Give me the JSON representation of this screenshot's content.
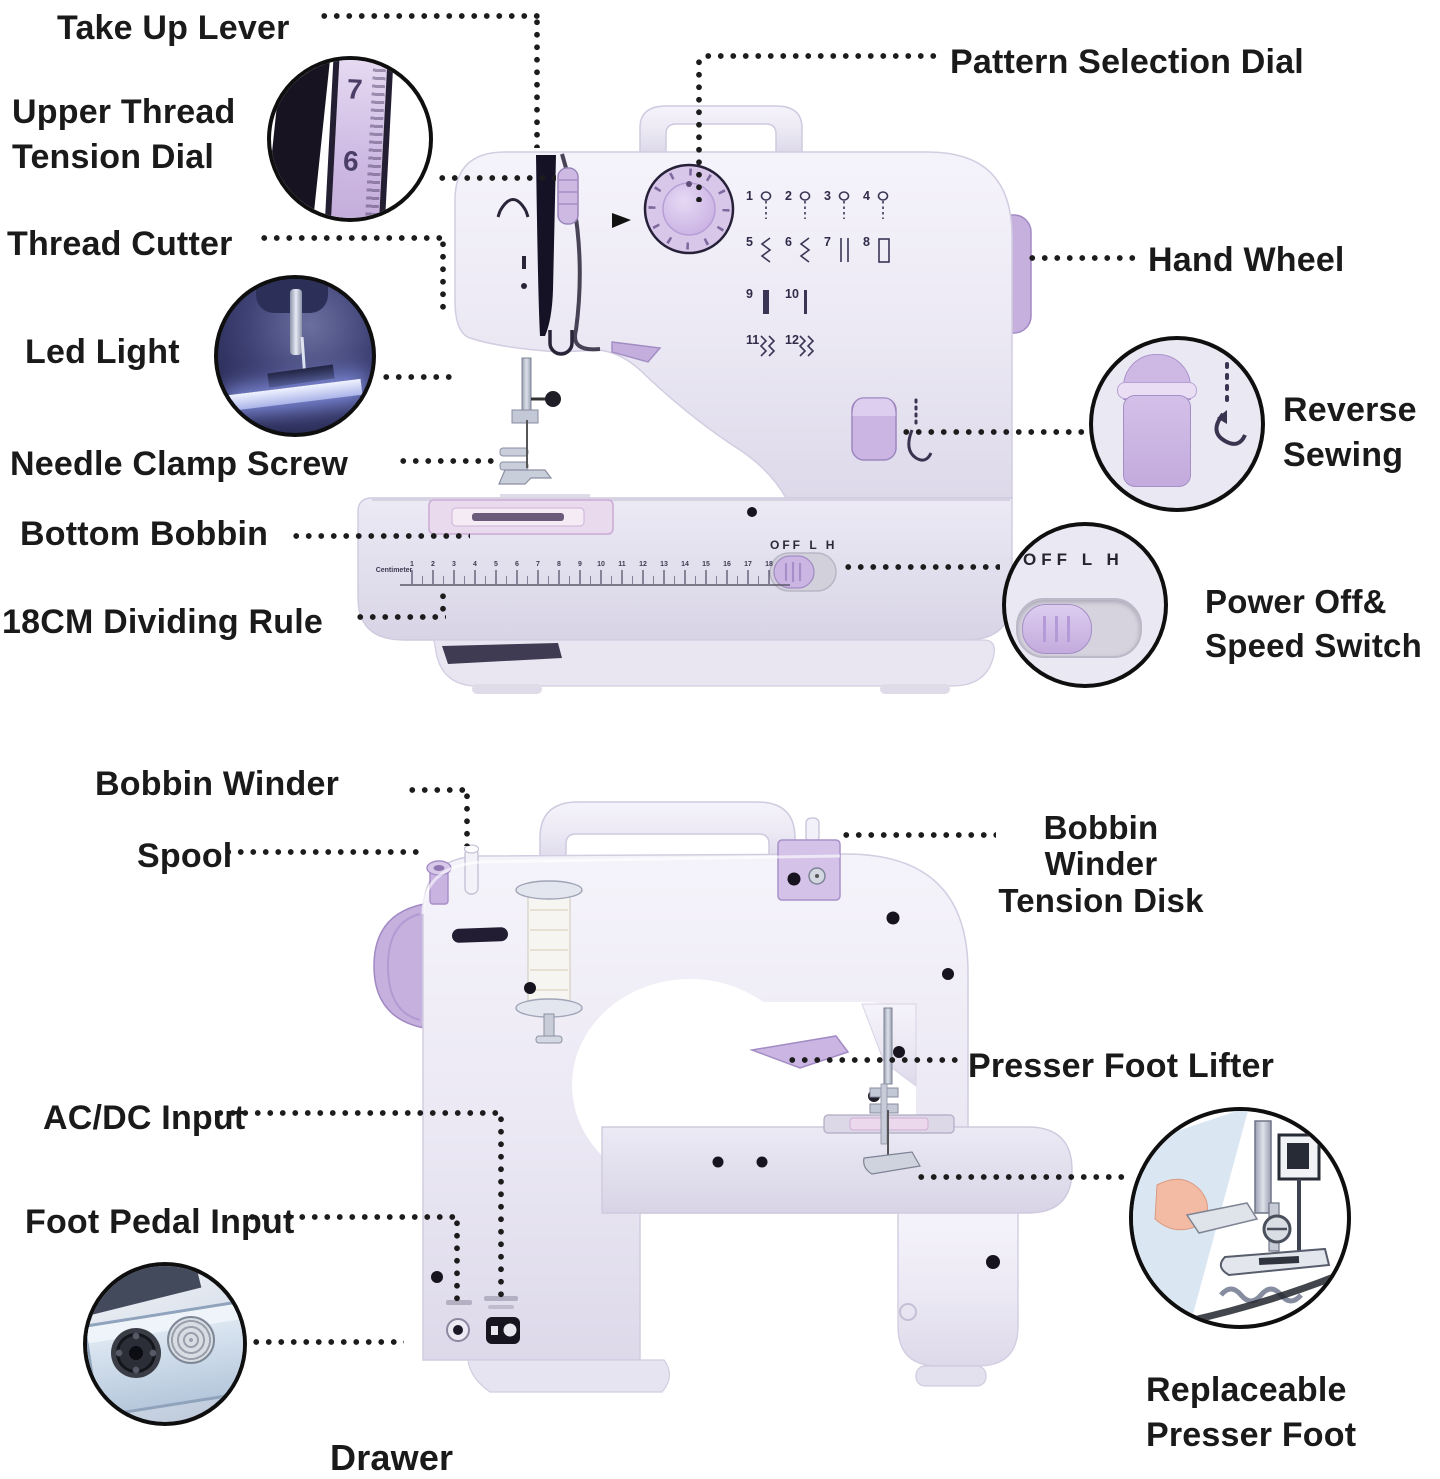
{
  "colors": {
    "background": "#ffffff",
    "label_text": "#1a1a1a",
    "leader_dot": "#1c1c1c",
    "machine_body": "#efedf6",
    "machine_edge": "#cfcadf",
    "accent_lavender": "#c9b4e1",
    "accent_lavender_deep": "#a48ec6",
    "dial_lavender": "#d9c7ea",
    "dark_detail": "#17141f",
    "led_blue": "#3f4275",
    "drawer_blue": "#c3d2e2",
    "foot_inset_blue": "#d6e4f2",
    "finger_pink": "#f3bba4"
  },
  "front_section": {
    "labels": {
      "take_up_lever": "Take Up Lever",
      "upper_thread_tension_dial": "Upper Thread\nTension Dial",
      "thread_cutter": "Thread Cutter",
      "led_light": "Led Light",
      "needle_clamp_screw": "Needle Clamp Screw",
      "bottom_bobbin": "Bottom Bobbin",
      "dividing_rule": "18CM Dividing Rule",
      "pattern_selection_dial": "Pattern Selection Dial",
      "hand_wheel": "Hand Wheel",
      "reverse_sewing": "Reverse\nSewing",
      "power_speed_switch": "Power Off&\nSpeed Switch"
    },
    "machine": {
      "switch_text": "OFF L H",
      "ruler_label": "Centimeter",
      "stitch_numbers": [
        "1",
        "2",
        "3",
        "4",
        "5",
        "6",
        "7",
        "8",
        "9",
        "10",
        "11",
        "12"
      ],
      "ruler_ticks": [
        "1",
        "2",
        "3",
        "4",
        "5",
        "6",
        "7",
        "8",
        "9",
        "10",
        "11",
        "12",
        "13",
        "14",
        "15",
        "16",
        "17",
        "18"
      ]
    },
    "insets": {
      "tension_dial_numbers": [
        "7",
        "6"
      ],
      "power_switch_text": "OFF L H"
    }
  },
  "back_section": {
    "labels": {
      "bobbin_winder": "Bobbin Winder",
      "spool": "Spool",
      "acdc_input": "AC/DC Input",
      "foot_pedal_input": "Foot Pedal Input",
      "drawer": "Drawer",
      "bobbin_winder_tension_disk": "Bobbin Winder\nTension Disk",
      "presser_foot_lifter": "Presser Foot Lifter",
      "replaceable_presser_foot": "Replaceable\nPresser Foot"
    }
  }
}
